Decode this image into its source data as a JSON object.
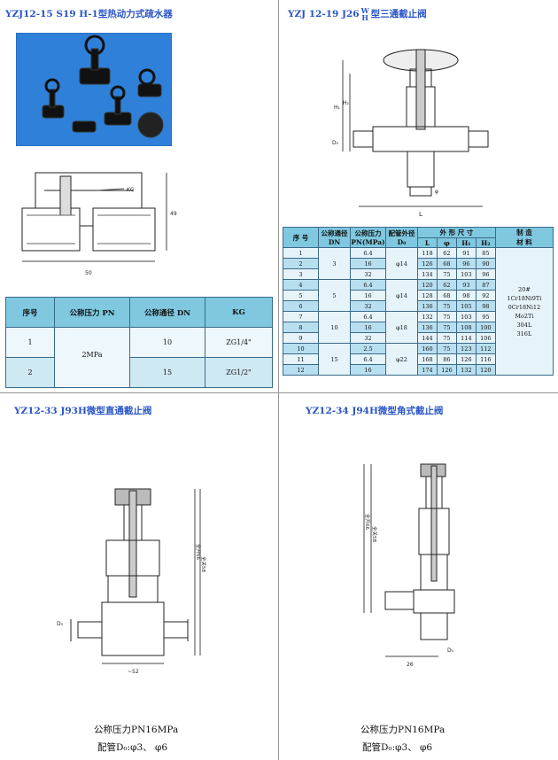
{
  "panels": {
    "top_left": {
      "title": "YZJ12-15 S19 H-1型热动力式疏水器",
      "drawing": {
        "kg_label": "KG",
        "dim_bottom": "50",
        "dim_height": "49"
      },
      "table": {
        "headers": [
          "序号",
          "公称压力 PN",
          "公称通径 DN",
          "KG"
        ],
        "rows": [
          {
            "no": "1",
            "pn": "2MPa",
            "dn": "10",
            "kg": "ZG1/4\""
          },
          {
            "no": "2",
            "pn": "",
            "dn": "15",
            "kg": "ZG1/2\""
          }
        ]
      }
    },
    "top_right": {
      "title_prefix": "YZJ 12-19 J26",
      "title_sup_top": "W",
      "title_sup_bottom": "H",
      "title_suffix": "型三通截止阀",
      "drawing": {
        "h1": "H₁",
        "h2": "H₂",
        "d0": "D₀",
        "phi": "φ",
        "l": "L"
      },
      "table": {
        "headers": {
          "no": "序 号",
          "dn": "公称通径\nDN",
          "pn": "公称压力\nPN(MPa)",
          "d0": "配管外径\nD₀",
          "dims": "外 形 尺 寸",
          "material": "制 造\n材 料",
          "sub": [
            "L",
            "φ",
            "H₁",
            "H₂"
          ]
        },
        "rows": [
          [
            "1",
            "6.4",
            "118",
            "62",
            "91",
            "85"
          ],
          [
            "2",
            "16",
            "126",
            "68",
            "96",
            "90"
          ],
          [
            "3",
            "32",
            "134",
            "75",
            "103",
            "96"
          ],
          [
            "4",
            "6.4",
            "120",
            "62",
            "93",
            "87"
          ],
          [
            "5",
            "16",
            "128",
            "68",
            "98",
            "92"
          ],
          [
            "6",
            "32",
            "136",
            "75",
            "105",
            "98"
          ],
          [
            "7",
            "6.4",
            "132",
            "75",
            "103",
            "95"
          ],
          [
            "8",
            "16",
            "136",
            "75",
            "108",
            "100"
          ],
          [
            "9",
            "32",
            "144",
            "75",
            "114",
            "106"
          ],
          [
            "10",
            "2.5",
            "160",
            "75",
            "123",
            "112"
          ],
          [
            "11",
            "6.4",
            "168",
            "86",
            "126",
            "116"
          ],
          [
            "12",
            "16",
            "174",
            "126",
            "132",
            "120"
          ]
        ],
        "dn_groups": [
          "3",
          "5",
          "10",
          "15"
        ],
        "d0_groups": [
          "φ14",
          "φ14",
          "φ18",
          "φ22"
        ],
        "materials": [
          "20#",
          "1Cr18Ni9Ti",
          "0Cr18Ni12",
          "Mo2Ti",
          "304L",
          "316L"
        ]
      }
    },
    "bottom_left": {
      "title": "YZ12-33 J93H微型直通截止阀",
      "drawing": {
        "dim_full": "全开66",
        "dim_closed": "全关58",
        "d0": "D₀",
        "width": "~52"
      },
      "caption_line1": "公称压力PN16MPa",
      "caption_line2": "配管D₀:φ3、  φ6"
    },
    "bottom_right": {
      "title": "YZ12-34 J94H微型角式截止阀",
      "drawing": {
        "dim_full": "全开66",
        "dim_closed": "全关58",
        "d0": "D₀",
        "width": "26"
      },
      "caption_line1": "公称压力PN16MPa",
      "caption_line2": "配管D₀:φ3、  φ6"
    }
  }
}
